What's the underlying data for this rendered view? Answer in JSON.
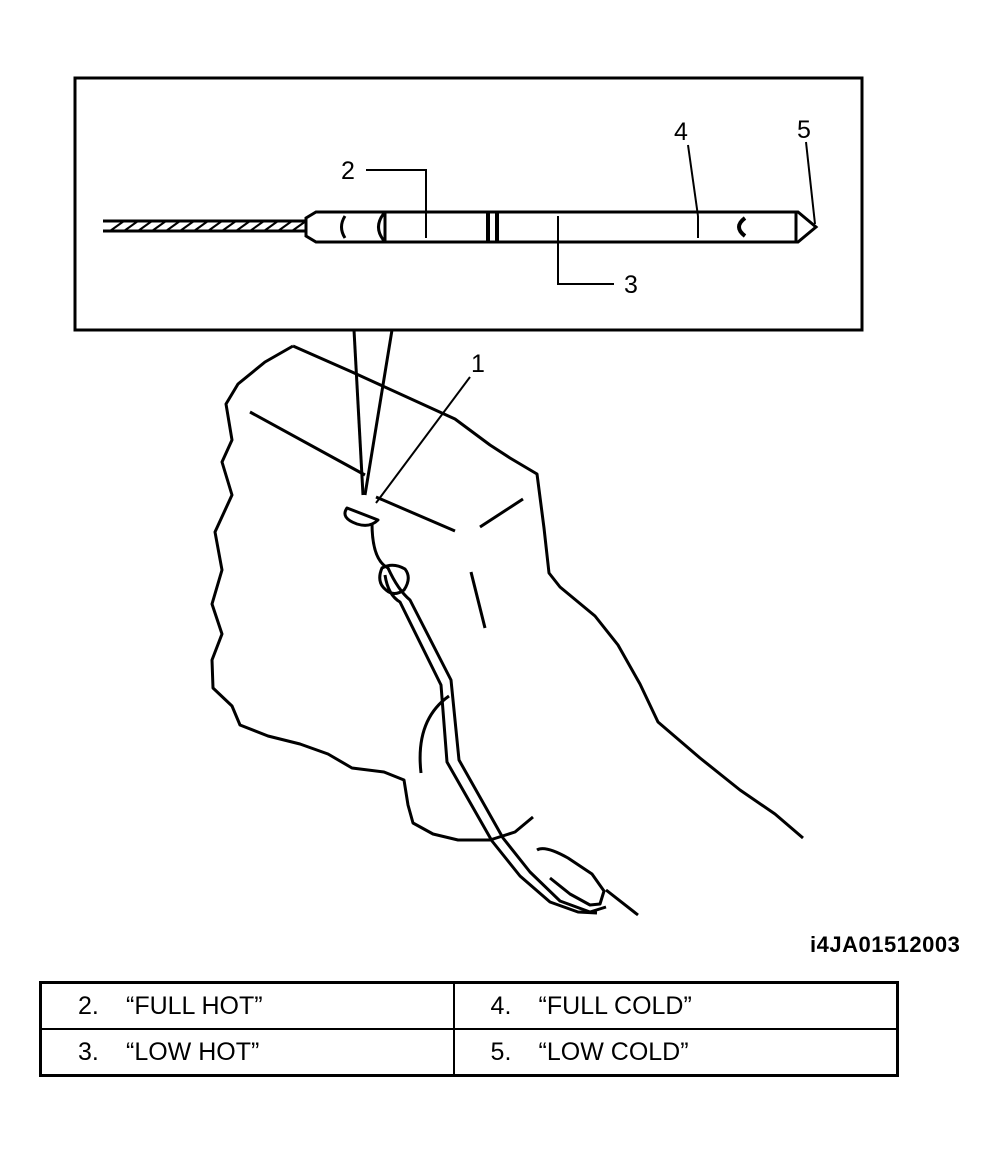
{
  "figure_id": "i4JA01512003",
  "callouts": {
    "c1": "1",
    "c2": "2",
    "c3": "3",
    "c4": "4",
    "c5": "5"
  },
  "legend": {
    "rows": [
      [
        {
          "num": "2.",
          "text": "“FULL HOT”"
        },
        {
          "num": "4.",
          "text": "“FULL COLD”"
        }
      ],
      [
        {
          "num": "3.",
          "text": "“LOW HOT”"
        },
        {
          "num": "5.",
          "text": "“LOW COLD”"
        }
      ]
    ]
  }
}
